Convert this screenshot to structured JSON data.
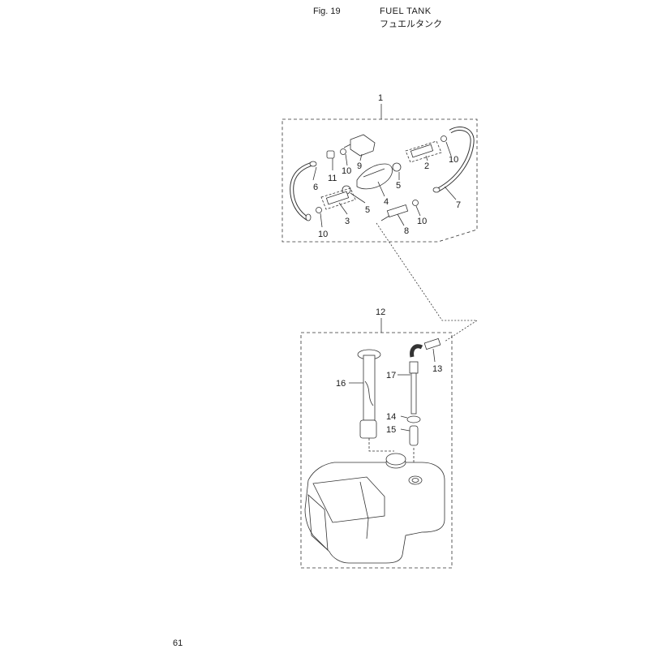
{
  "header": {
    "figure_number": "Fig. 19",
    "title_en": "FUEL TANK",
    "title_jp": "フュエルタンク"
  },
  "footer": {
    "page_number": "61"
  },
  "callouts": [
    "1",
    "2",
    "3",
    "4",
    "5",
    "5",
    "6",
    "7",
    "8",
    "9",
    "10",
    "10",
    "10",
    "10",
    "11",
    "12",
    "13",
    "14",
    "15",
    "16",
    "17"
  ]
}
